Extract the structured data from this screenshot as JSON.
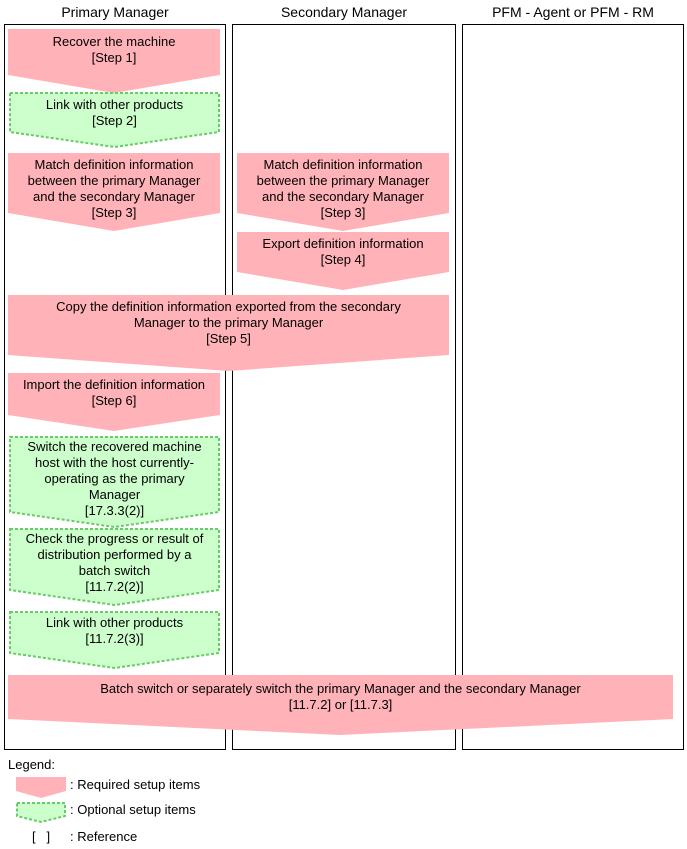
{
  "columns": [
    "Primary Manager",
    "Secondary Manager",
    "PFM - Agent or PFM - RM"
  ],
  "steps": [
    {
      "id": "recover",
      "type": "required",
      "lines": [
        "Recover the machine",
        "[Step 1]"
      ]
    },
    {
      "id": "link1",
      "type": "optional",
      "lines": [
        "Link with other products",
        "[Step 2]"
      ]
    },
    {
      "id": "match-p",
      "type": "required",
      "lines": [
        "Match definition information",
        "between the primary Manager",
        "and the secondary Manager",
        "[Step 3]"
      ]
    },
    {
      "id": "match-s",
      "type": "required",
      "lines": [
        "Match definition information",
        "between the primary Manager",
        "and the secondary Manager",
        "[Step 3]"
      ]
    },
    {
      "id": "export",
      "type": "required",
      "lines": [
        "Export definition information",
        "[Step 4]"
      ]
    },
    {
      "id": "copy",
      "type": "required",
      "lines": [
        "Copy the definition information exported from the secondary",
        "Manager to the primary Manager",
        "[Step 5]"
      ]
    },
    {
      "id": "import",
      "type": "required",
      "lines": [
        "Import the definition information",
        "[Step 6]"
      ]
    },
    {
      "id": "switch-host",
      "type": "optional",
      "lines": [
        "Switch the recovered machine",
        "host with the host currently-",
        "operating as the primary",
        "Manager",
        "[17.3.3(2)]"
      ]
    },
    {
      "id": "check",
      "type": "optional",
      "lines": [
        "Check the progress or result of",
        "distribution performed by a",
        "batch switch",
        "[11.7.2(2)]"
      ]
    },
    {
      "id": "link2",
      "type": "optional",
      "lines": [
        "Link with other products",
        "[11.7.2(3)]"
      ]
    },
    {
      "id": "batch",
      "type": "required",
      "lines": [
        "Batch switch or separately switch the primary Manager and the secondary Manager",
        "[11.7.2] or [11.7.3]"
      ]
    }
  ],
  "legend": {
    "title": "Legend:",
    "required": ": Required setup items",
    "optional": ": Optional setup items",
    "reference_symbol": "[   ]",
    "reference": ": Reference"
  },
  "colors": {
    "required_fill": "#ffb3b8",
    "optional_fill": "#ccffcc",
    "optional_border": "#66cc66",
    "lane_border": "#000000"
  }
}
